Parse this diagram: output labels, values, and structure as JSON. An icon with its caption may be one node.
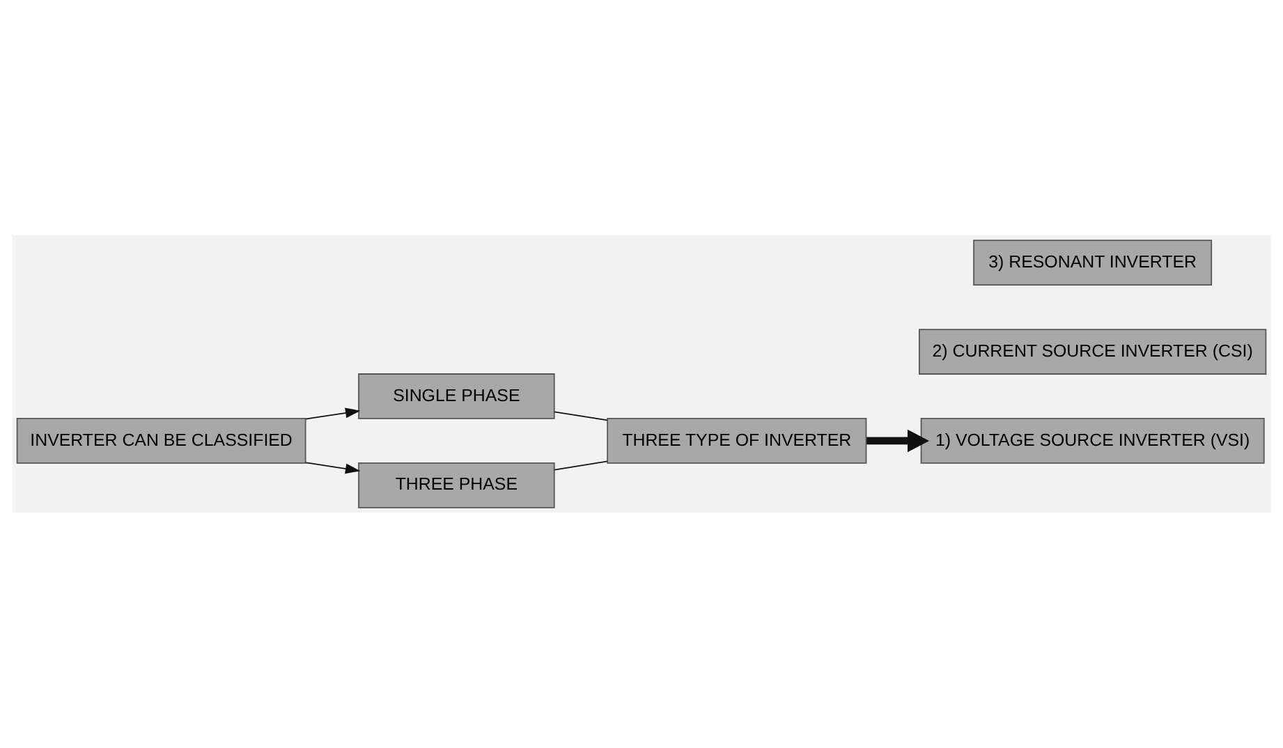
{
  "diagram": {
    "nodes": [
      {
        "text": [
          "INVERTER CAN BE CLASSIFIED"
        ]
      },
      {
        "text": [
          "SINGLE PHASE"
        ]
      },
      {
        "text": [
          "THREE PHASE"
        ]
      },
      {
        "text": [
          "THREE TYPE OF INVERTER"
        ]
      },
      {
        "text": [
          "1) VOLTAGE SOURCE INVERTER (VSI)"
        ]
      },
      {
        "text": [
          "2) CURRENT SOURCE INVERTER (CSI)"
        ]
      },
      {
        "text": [
          "3) RESONANT INVERTER"
        ]
      }
    ],
    "edges": [
      {
        "from": 0,
        "to": 1,
        "arrow": "to"
      },
      {
        "from": 0,
        "to": 2,
        "arrow": "to"
      },
      {
        "from": 1,
        "to": 3,
        "arrow": "none"
      },
      {
        "from": 2,
        "to": 3,
        "arrow": "none"
      },
      {
        "from": 3,
        "to": 4,
        "arrow": "to",
        "style": "thick"
      }
    ]
  }
}
